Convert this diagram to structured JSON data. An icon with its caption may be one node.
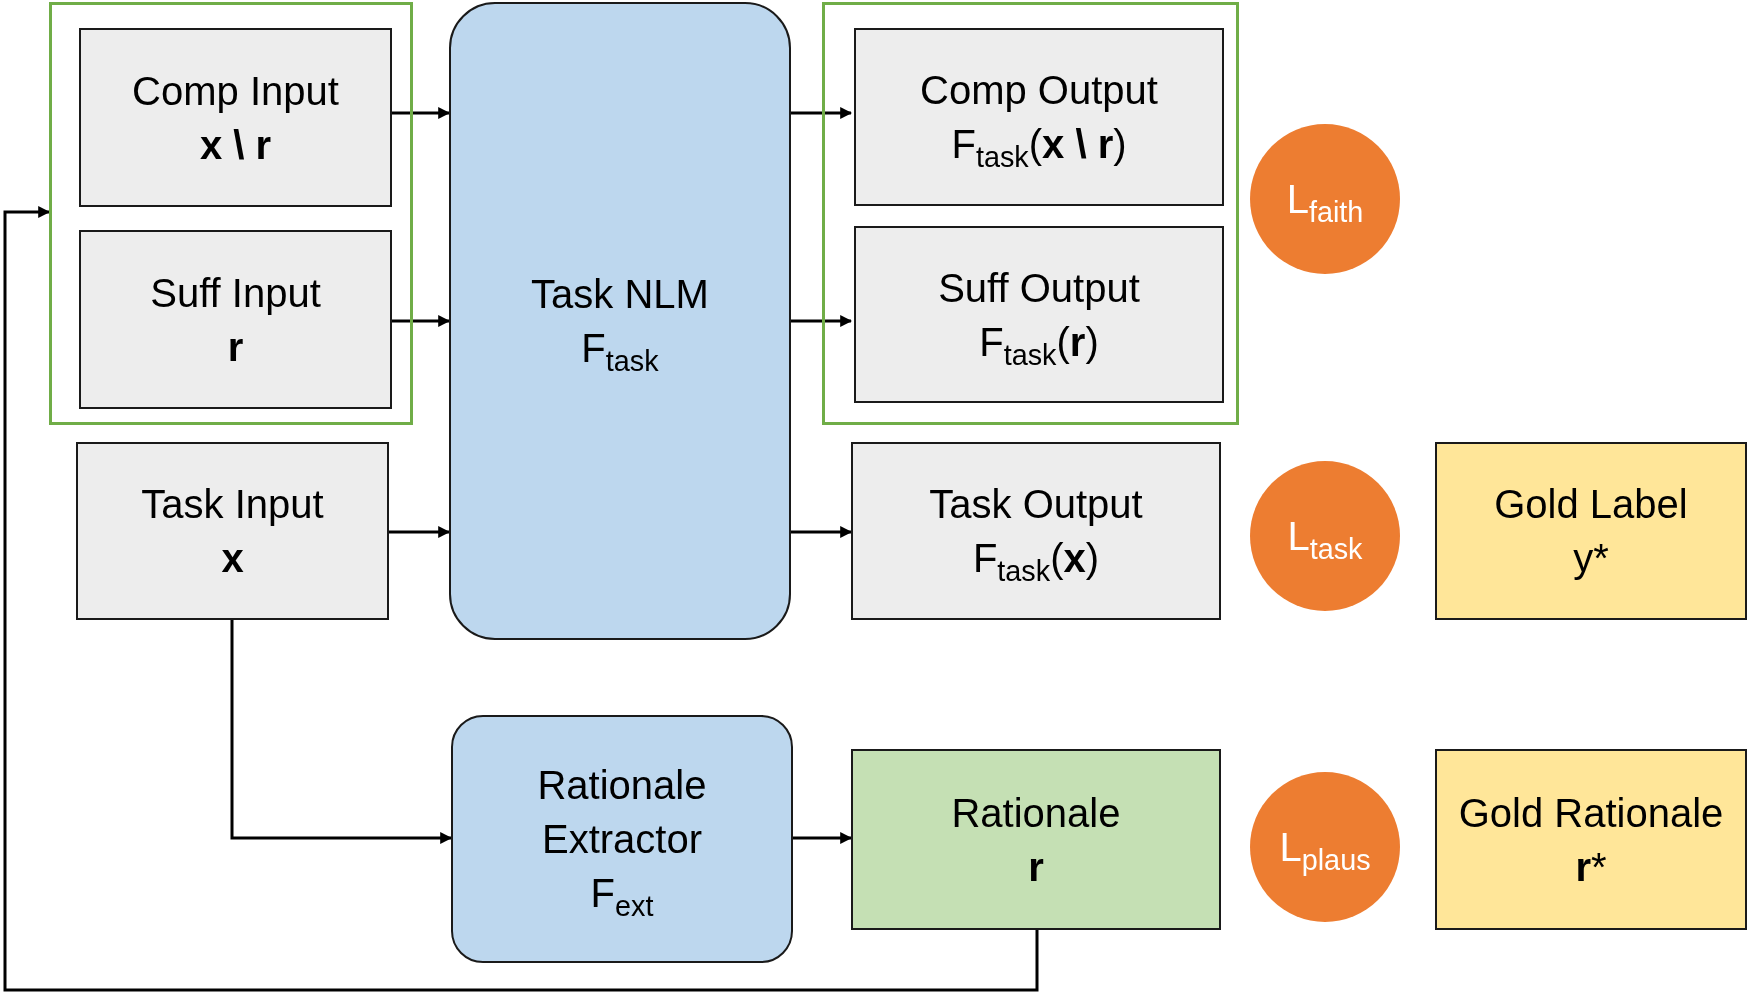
{
  "diagram": {
    "nodes": [
      {
        "text": [],
        "shape": "box"
      },
      {
        "text": [
          "Comp Input",
          "x \\ r"
        ],
        "in": 0
      },
      {
        "text": [
          "Suff Input",
          "r"
        ],
        "in": 0
      },
      {
        "text": [
          "Task Input",
          "x"
        ]
      },
      {
        "text": [
          "Task NLM",
          "F$_{task}$"
        ]
      },
      {
        "text": [],
        "shape": "box"
      },
      {
        "text": [
          "Comp Output",
          "F$_{task}$(**x \\ r**)"
        ],
        "in": 5
      },
      {
        "text": [
          "Suff Output",
          "F$_{task}$(**r**)"
        ],
        "in": 5
      },
      {
        "text": [
          "Task Output",
          "F$_{task}$(**x**)"
        ]
      },
      {
        "text": [
          "L$_{faith}$"
        ]
      },
      {
        "text": [
          "L$_{task}$"
        ]
      },
      {
        "text": [
          "Gold Label",
          "y*"
        ]
      },
      {
        "text": [
          "Rationale Extractor F$_{ext}$"
        ]
      },
      {
        "text": [
          "Rationale",
          "r"
        ]
      },
      {
        "text": [
          "L$_{plaus}$"
        ]
      },
      {
        "text": [
          "Gold Rationale **r***"
        ]
      }
    ],
    "edges": [
      {
        "from": 1,
        "to": 4,
        "arrow": "to"
      },
      {
        "from": 2,
        "to": 4,
        "arrow": "to"
      },
      {
        "from": 3,
        "to": 4,
        "arrow": "to"
      },
      {
        "from": 4,
        "to": 6,
        "arrow": "to"
      },
      {
        "from": 4,
        "to": 7,
        "arrow": "to"
      },
      {
        "from": 4,
        "to": 8,
        "arrow": "to"
      },
      {
        "from": 3,
        "to": 12,
        "arrow": "to"
      },
      {
        "from": 12,
        "to": 13,
        "arrow": "to"
      },
      {
        "from": 13,
        "to": 0,
        "arrow": "to"
      }
    ]
  }
}
